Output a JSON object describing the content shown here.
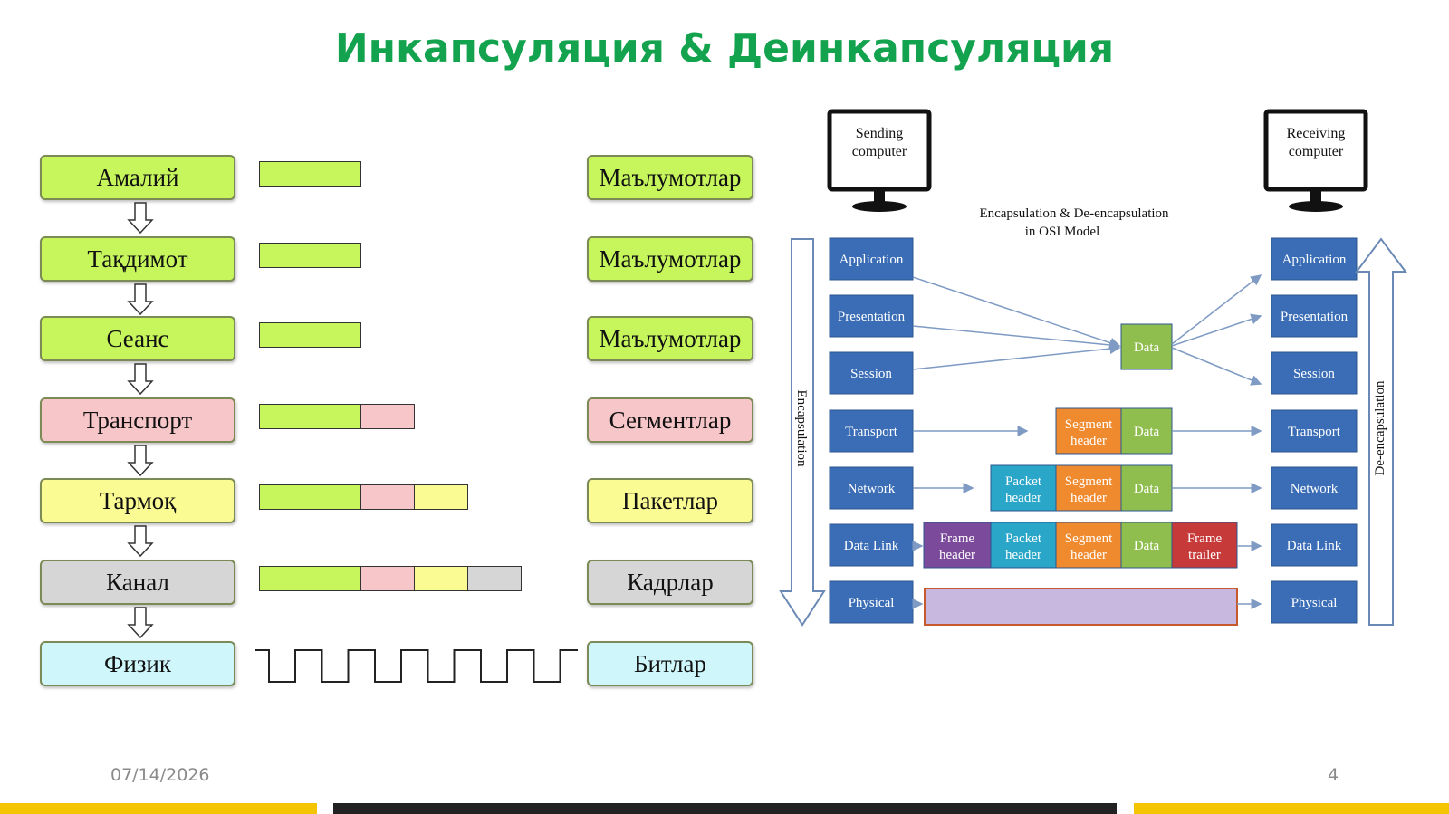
{
  "title": "Инкапсуляция & Деинкапсуляция",
  "left_diagram": {
    "layers": [
      {
        "label": "Амалий",
        "color": "#c6f65c",
        "unit": "Маълумотлар",
        "segments": [
          "#c6f65c"
        ]
      },
      {
        "label": "Тақдимот",
        "color": "#c6f65c",
        "unit": "Маълумотлар",
        "segments": [
          "#c6f65c"
        ]
      },
      {
        "label": "Сеанс",
        "color": "#c6f65c",
        "unit": "Маълумотлар",
        "segments": [
          "#c6f65c"
        ]
      },
      {
        "label": "Транспорт",
        "color": "#f7c6c9",
        "unit": "Сегментлар",
        "segments": [
          "#c6f65c",
          "#f7c6c9"
        ]
      },
      {
        "label": "Тармоқ",
        "color": "#fbfb94",
        "unit": "Пакетлар",
        "segments": [
          "#c6f65c",
          "#f7c6c9",
          "#fbfb94"
        ]
      },
      {
        "label": "Канал",
        "color": "#d6d6d6",
        "unit": "Кадрлар",
        "segments": [
          "#c6f65c",
          "#f7c6c9",
          "#fbfb94",
          "#d6d6d6"
        ]
      },
      {
        "label": "Физик",
        "color": "#cff6fb",
        "unit": "Битлар",
        "segments": []
      }
    ]
  },
  "right_diagram": {
    "sending_computer": "Sending computer",
    "receiving_computer": "Receiving computer",
    "caption_line1": "Encapsulation & De-encapsulation",
    "caption_line2": "in OSI Model",
    "encapsulation_label": "Encapsulation",
    "deencapsulation_label": "De-encapsulation",
    "layers": [
      "Application",
      "Presentation",
      "Session",
      "Transport",
      "Network",
      "Data Link",
      "Physical"
    ],
    "data_label": "Data",
    "segment_header": "Segment header",
    "packet_header": "Packet header",
    "frame_header": "Frame header",
    "frame_trailer": "Frame trailer",
    "bits_label": "",
    "colors": {
      "layer_box": "#3a6db5",
      "data": "#8fbd4e",
      "segment": "#f08a2e",
      "packet": "#2aa6c8",
      "frame_header": "#7b4a9a",
      "frame_trailer": "#c63a3a",
      "physical_bar": "#c8b7df"
    }
  },
  "footer": {
    "date": "07/14/2026",
    "page": "4"
  }
}
